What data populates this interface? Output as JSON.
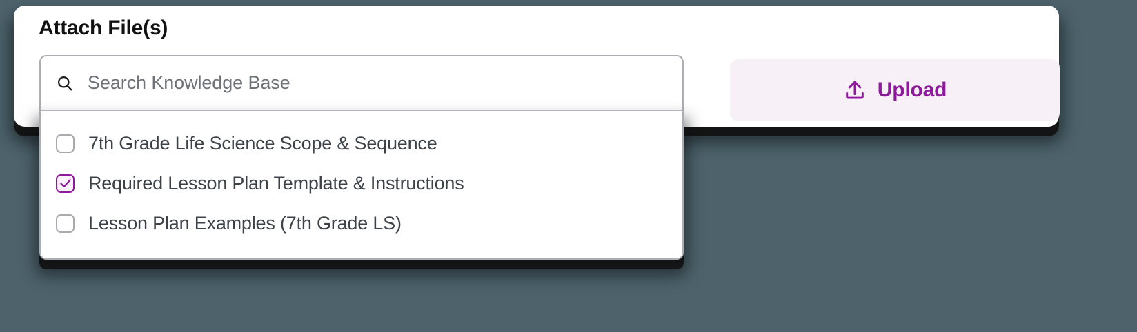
{
  "theme": {
    "page_background": "#4d626b",
    "card_background": "#ffffff",
    "accent_purple": "#8e1a9b",
    "accent_purple_soft": "#f7f1f7",
    "text_primary": "#111111",
    "text_body": "#3c4248",
    "placeholder": "#6e7379",
    "border_gray": "#adadb3"
  },
  "card": {
    "title": "Attach File(s)"
  },
  "search": {
    "icon": "search-icon",
    "value": "",
    "placeholder": "Search Knowledge Base"
  },
  "dropdown": {
    "items": [
      {
        "label": "7th Grade Life Science Scope & Sequence",
        "checked": false
      },
      {
        "label": "Required Lesson Plan Template & Instructions",
        "checked": true
      },
      {
        "label": "Lesson Plan Examples (7th Grade LS)",
        "checked": false
      }
    ]
  },
  "upload": {
    "icon": "upload-icon",
    "label": "Upload"
  }
}
